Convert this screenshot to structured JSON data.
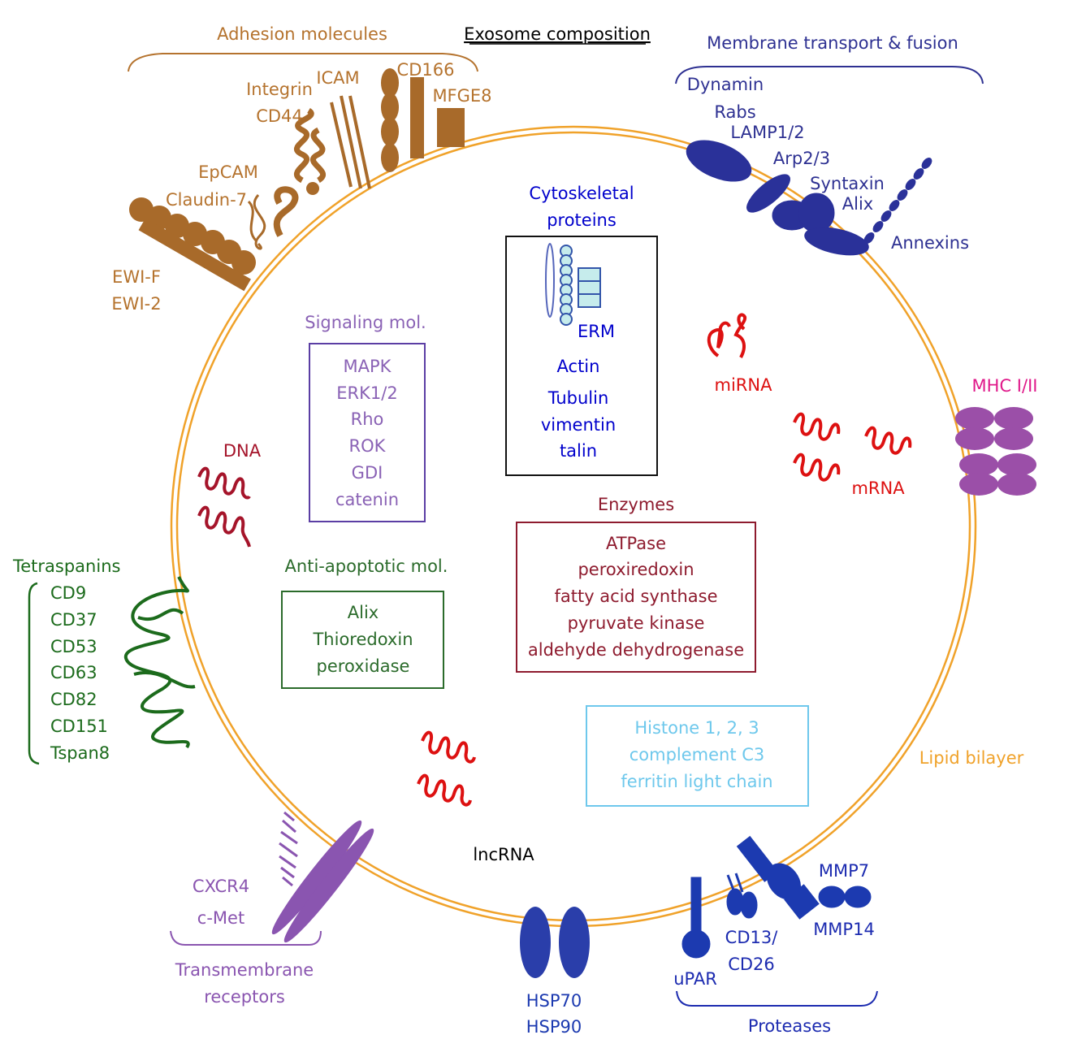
{
  "title": "Exosome composition",
  "colors": {
    "membrane": "#f0a22a",
    "adhesion": "#b5732e",
    "transport": "#2e3192",
    "cytoskeleton": "#0000cc",
    "signaling": "#8a62b5",
    "enzymes": "#8e1b2e",
    "antiapoptotic": "#2b6b2b",
    "histone": "#6ec8ec",
    "tetraspanins": "#1c6b1c",
    "receptors": "#8a55b0",
    "proteases": "#1c2bb0",
    "rna": "#dd1111",
    "dna": "#a5142a",
    "mhc": "#e0198a",
    "mhc_shape": "#9b4fa8"
  },
  "labels": {
    "adhesion_header": "Adhesion molecules",
    "adhesion_items": [
      "Integrin",
      "CD44",
      "ICAM",
      "CD166",
      "MFGE8",
      "EpCAM",
      "Claudin-7",
      "EWI-F",
      "EWI-2"
    ],
    "transport_header": "Membrane transport & fusion",
    "transport_items": [
      "Dynamin",
      "Rabs",
      "LAMP1/2",
      "Arp2/3",
      "Syntaxin",
      "Alix",
      "Annexins"
    ],
    "cytoskeletal_header": "Cytoskeletal",
    "cytoskeletal_header2": "proteins",
    "cytoskeletal_items": [
      "ERM",
      "Actin",
      "Tubulin",
      "vimentin",
      "talin"
    ],
    "signaling_header": "Signaling mol.",
    "signaling_items": [
      "MAPK",
      "ERK1/2",
      "Rho",
      "ROK",
      "GDI",
      "catenin"
    ],
    "mirna": "miRNA",
    "mhc": "MHC I/II",
    "mrna": "mRNA",
    "dna": "DNA",
    "enzymes_header": "Enzymes",
    "enzymes_items": [
      "ATPase",
      "peroxiredoxin",
      "fatty acid synthase",
      "pyruvate kinase",
      "aldehyde dehydrogenase"
    ],
    "antiapoptotic_header": "Anti-apoptotic mol.",
    "antiapoptotic_items": [
      "Alix",
      "Thioredoxin",
      "peroxidase"
    ],
    "tetraspanins_header": "Tetraspanins",
    "tetraspanins_items": [
      "CD9",
      "CD37",
      "CD53",
      "CD63",
      "CD82",
      "CD151",
      "Tspan8"
    ],
    "histone_items": [
      "Histone 1, 2, 3",
      "complement C3",
      "ferritin light chain"
    ],
    "lipid": "Lipid bilayer",
    "lncrna": "lncRNA",
    "receptors_items": [
      "CXCR4",
      "c-Met"
    ],
    "receptors_header": "Transmembrane",
    "receptors_header2": "receptors",
    "hsp_items": [
      "HSP70",
      "HSP90"
    ],
    "proteases_items": [
      "MMP7",
      "MMP14",
      "CD13/",
      "CD26",
      "uPAR"
    ],
    "proteases_header": "Proteases"
  }
}
